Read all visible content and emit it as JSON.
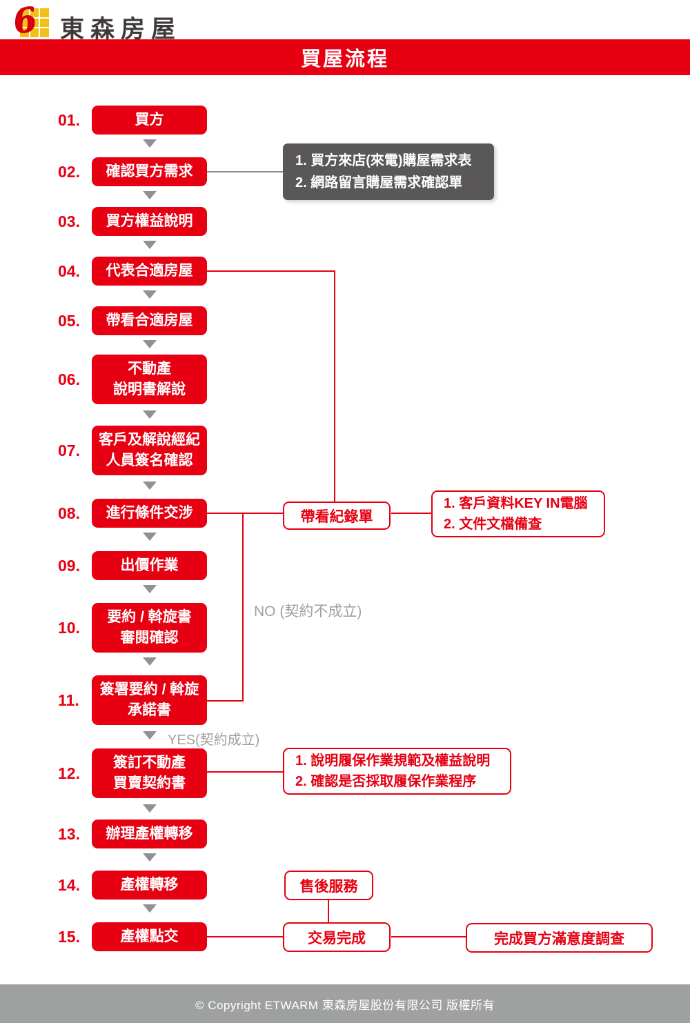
{
  "brand": {
    "name": "東森房屋",
    "logo_glyph": "6"
  },
  "header": {
    "title": "買屋流程"
  },
  "steps": [
    {
      "num": "01.",
      "label": "買方"
    },
    {
      "num": "02.",
      "label": "確認買方需求"
    },
    {
      "num": "03.",
      "label": "買方權益說明"
    },
    {
      "num": "04.",
      "label": "代表合適房屋"
    },
    {
      "num": "05.",
      "label": "帶看合適房屋"
    },
    {
      "num": "06.",
      "label": "不動產\n說明書解說"
    },
    {
      "num": "07.",
      "label": "客戶及解說經紀\n人員簽名確認"
    },
    {
      "num": "08.",
      "label": "進行條件交涉"
    },
    {
      "num": "09.",
      "label": "出價作業"
    },
    {
      "num": "10.",
      "label": "要約 / 斡旋書\n審閱確認"
    },
    {
      "num": "11.",
      "label": "簽署要約 / 斡旋\n承諾書"
    },
    {
      "num": "12.",
      "label": "簽訂不動產\n買賣契約書"
    },
    {
      "num": "13.",
      "label": "辦理產權轉移"
    },
    {
      "num": "14.",
      "label": "產權轉移"
    },
    {
      "num": "15.",
      "label": "產權點交"
    }
  ],
  "notes": {
    "buyer_needs": {
      "line1": "1. 買方來店(來電)購屋需求表",
      "line2": "2. 網路留言購屋需求確認單"
    },
    "visit_record": {
      "label": "帶看紀錄單"
    },
    "visit_record_note": {
      "line1": "1. 客戶資料KEY IN電腦",
      "line2": "2. 文件文檔備查"
    },
    "escrow_note": {
      "line1": "1. 說明履保作業規範及權益說明",
      "line2": "2. 確認是否採取履保作業程序"
    }
  },
  "branch": {
    "no_label": "NO (契約不成立)",
    "yes_label": "YES(契約成立)"
  },
  "outcome": {
    "after_sales": "售後服務",
    "deal_done": "交易完成",
    "satisfaction": "完成買方滿意度調查"
  },
  "footer": {
    "copyright": "© Copyright ETWARM 東森房屋股份有限公司 版權所有"
  },
  "colors": {
    "brand_red": "#e60012",
    "note_gray": "#595757",
    "arrow_gray": "#8f9192",
    "label_gray": "#9fa0a0",
    "logo_yellow": "#f2c117"
  }
}
